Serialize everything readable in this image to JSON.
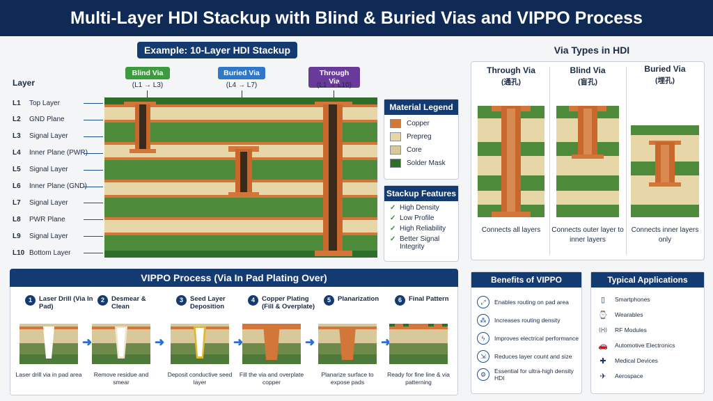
{
  "title": "Multi-Layer HDI Stackup with Blind & Buried Vias and VIPPO Process",
  "example_label": "Example: 10-Layer HDI Stackup",
  "layer_header": "Layer",
  "layers": [
    {
      "id": "L1",
      "name": "Top Layer"
    },
    {
      "id": "L2",
      "name": "GND Plane"
    },
    {
      "id": "L3",
      "name": "Signal Layer"
    },
    {
      "id": "L4",
      "name": "Inner Plane (PWR)"
    },
    {
      "id": "L5",
      "name": "Signal Layer"
    },
    {
      "id": "L6",
      "name": "Inner Plane (GND)"
    },
    {
      "id": "L7",
      "name": "Signal Layer"
    },
    {
      "id": "L8",
      "name": "PWR Plane"
    },
    {
      "id": "L9",
      "name": "Signal Layer"
    },
    {
      "id": "L10",
      "name": "Bottom Layer"
    }
  ],
  "via_tags": [
    {
      "label": "Blind Via",
      "range": "(L1 → L3)",
      "color": "#3c9a3f"
    },
    {
      "label": "Buried Via",
      "range": "(L4 → L7)",
      "color": "#2f77c9"
    },
    {
      "label": "Through Via",
      "range": "(L1 → L10)",
      "color": "#6a3a9a"
    }
  ],
  "legend": {
    "title": "Material Legend",
    "items": [
      {
        "label": "Copper",
        "color": "#d2763a"
      },
      {
        "label": "Prepreg",
        "color": "#e6d6a8"
      },
      {
        "label": "Core",
        "color": "#d8c89a"
      },
      {
        "label": "Solder Mask",
        "color": "#2f6e2a"
      }
    ]
  },
  "features": {
    "title": "Stackup Features",
    "items": [
      "High Density",
      "Low Profile",
      "High Reliability",
      "Better Signal Integrity"
    ]
  },
  "via_types": {
    "title": "Via Types in HDI",
    "items": [
      {
        "name": "Through Via",
        "cn": "(通孔)",
        "desc": "Connects all layers"
      },
      {
        "name": "Blind Via",
        "cn": "(盲孔)",
        "desc": "Connects outer layer to inner layers"
      },
      {
        "name": "Buried Via",
        "cn": "(埋孔)",
        "desc": "Connects inner layers only"
      }
    ]
  },
  "vippo": {
    "title": "VIPPO Process (Via In Pad Plating Over)",
    "steps": [
      {
        "num": "1",
        "label": "Laser Drill (Via In Pad)",
        "caption": "Laser drill via in pad area"
      },
      {
        "num": "2",
        "label": "Desmear & Clean",
        "caption": "Remove residue and smear"
      },
      {
        "num": "3",
        "label": "Seed Layer Deposition",
        "caption": "Deposit conductive seed layer"
      },
      {
        "num": "4",
        "label": "Copper Plating (Fill & Overplate)",
        "caption": "Fill the via and overplate copper"
      },
      {
        "num": "5",
        "label": "Planarization",
        "caption": "Planarize surface to expose pads"
      },
      {
        "num": "6",
        "label": "Final Pattern",
        "caption": "Ready for fine line & via patterning"
      }
    ]
  },
  "benefits": {
    "title": "Benefits of VIPPO",
    "items": [
      {
        "text": "Enables routing on pad area",
        "icon": "routing-icon",
        "glyph": "⤢"
      },
      {
        "text": "Increases routing density",
        "icon": "network-icon",
        "glyph": "⁂"
      },
      {
        "text": "Improves electrical performance",
        "icon": "lightning-icon",
        "glyph": "ϟ"
      },
      {
        "text": "Reduces layer count and size",
        "icon": "shrink-icon",
        "glyph": "⇲"
      },
      {
        "text": "Essential for ultra-high density HDI",
        "icon": "chip-icon",
        "glyph": "⚙"
      }
    ]
  },
  "applications": {
    "title": "Typical Applications",
    "items": [
      {
        "text": "Smartphones",
        "icon": "smartphone-icon",
        "glyph": "▯"
      },
      {
        "text": "Wearables",
        "icon": "watch-icon",
        "glyph": "⌚"
      },
      {
        "text": "RF Modules",
        "icon": "antenna-icon",
        "glyph": "((•))"
      },
      {
        "text": "Automotive Electronics",
        "icon": "car-icon",
        "glyph": "🚗"
      },
      {
        "text": "Medical Devices",
        "icon": "shield-cross-icon",
        "glyph": "✚"
      },
      {
        "text": "Aerospace",
        "icon": "airplane-icon",
        "glyph": "✈"
      }
    ]
  }
}
